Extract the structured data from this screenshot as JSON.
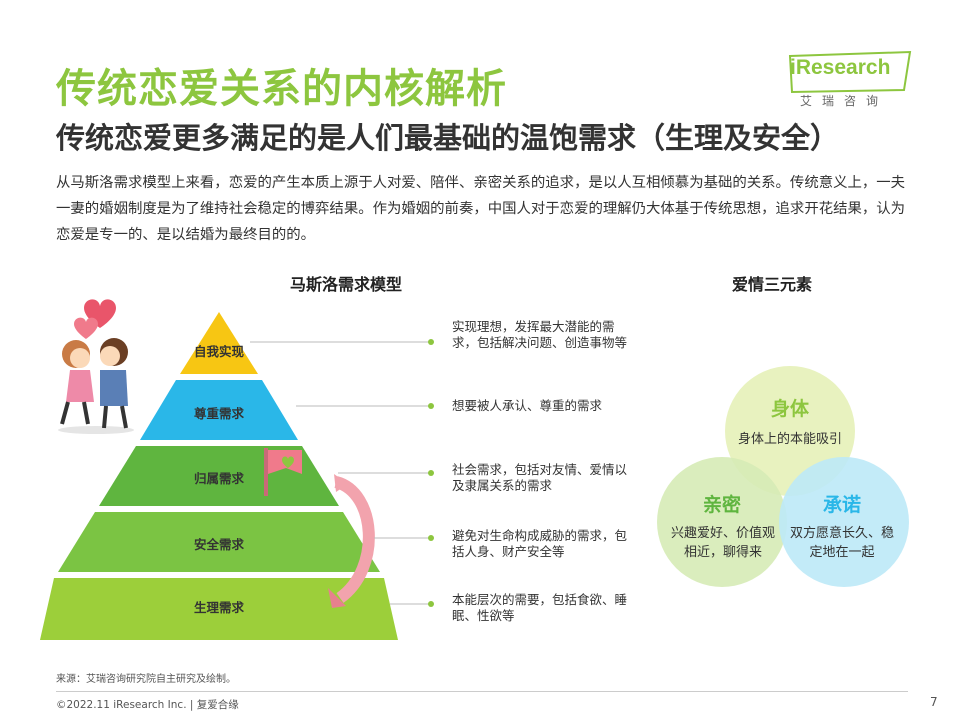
{
  "header": {
    "title": "传统恋爱关系的内核解析",
    "subtitle": "传统恋爱更多满足的是人们最基础的温饱需求（生理及安全）",
    "intro": "从马斯洛需求模型上来看，恋爱的产生本质上源于人对爱、陪伴、亲密关系的追求，是以人互相倾慕为基础的关系。传统意义上，一夫一妻的婚姻制度是为了维持社会稳定的博弈结果。作为婚姻的前奏，中国人对于恋爱的理解仍大体基于传统思想，追求开花结果，认为恋爱是专一的、是以结婚为最终目的的。"
  },
  "logo": {
    "text": "iResearch",
    "sub": "艾瑞咨询",
    "color": "#8dc63f"
  },
  "maslow": {
    "heading": "马斯洛需求模型",
    "levels": [
      {
        "label": "自我实现",
        "color": "#f7c613",
        "desc": "实现理想，发挥最大潜能的需求，包括解决问题、创造事物等"
      },
      {
        "label": "尊重需求",
        "color": "#2ab7e8",
        "desc": "想要被人承认、尊重的需求"
      },
      {
        "label": "归属需求",
        "color": "#5fb53f",
        "desc": "社会需求，包括对友情、爱情以及隶属关系的需求"
      },
      {
        "label": "安全需求",
        "color": "#7bc443",
        "desc": "避免对生命构成威胁的需求，包括人身、财产安全等"
      },
      {
        "label": "生理需求",
        "color": "#9ccf3a",
        "desc": "本能层次的需要，包括食欲、睡眠、性欲等"
      }
    ]
  },
  "love": {
    "heading": "爱情三元素",
    "circles": [
      {
        "title": "身体",
        "text": "身体上的本能吸引",
        "color": "#e6f1b8",
        "title_color": "#8dc63f"
      },
      {
        "title": "亲密",
        "text": "兴趣爱好、价值观相近，聊得来",
        "color": "#d6ebb6",
        "title_color": "#5fb53f"
      },
      {
        "title": "承诺",
        "text": "双方愿意长久、稳定地在一起",
        "color": "#bde9f7",
        "title_color": "#2ab7e8"
      }
    ]
  },
  "footer": {
    "source": "来源：艾瑞咨询研究院自主研究及绘制。",
    "copyright": "©2022.11 iResearch Inc. | 复爱合缘",
    "page": "7"
  }
}
